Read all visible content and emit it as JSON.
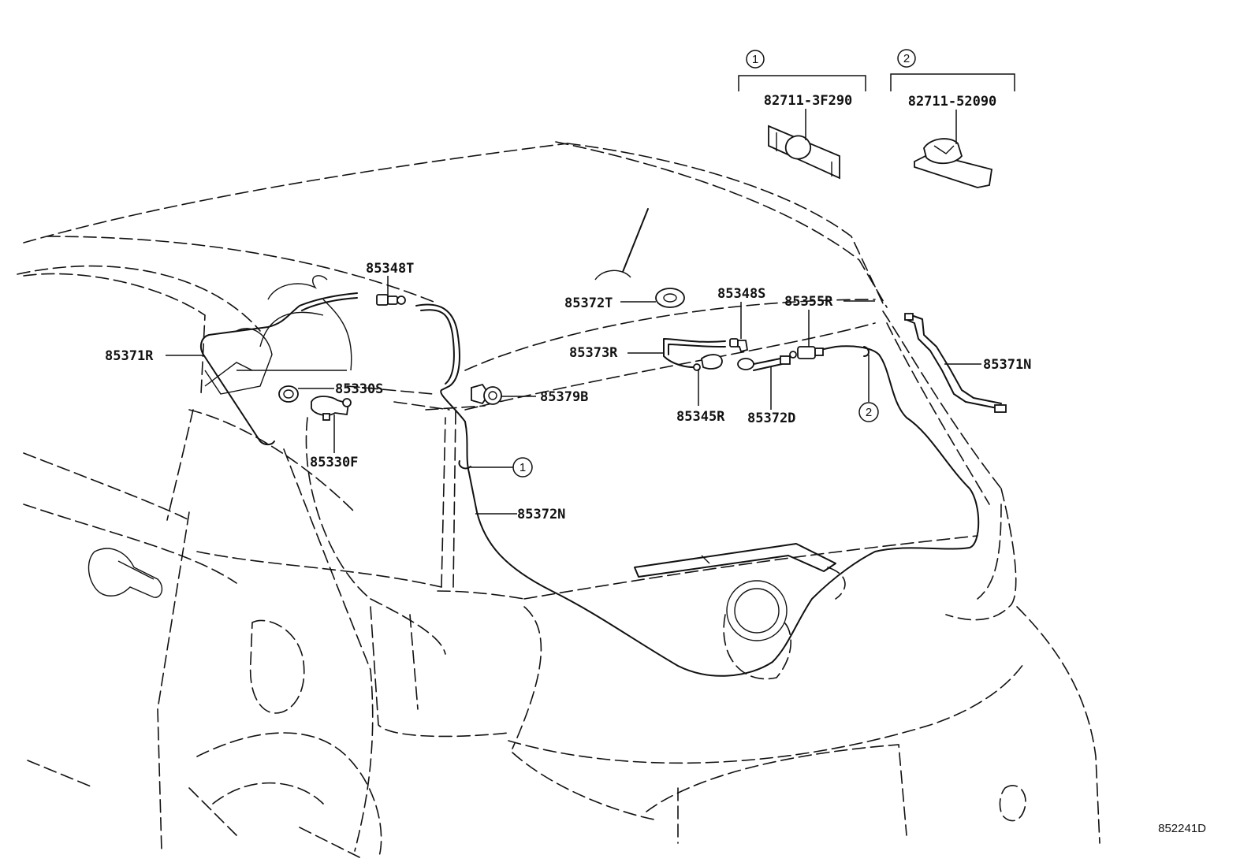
{
  "diagram_code": "852241D",
  "callouts": {
    "c1": "1",
    "c2": "2"
  },
  "variants": [
    {
      "ref": "1",
      "part_number": "82711-3F290"
    },
    {
      "ref": "2",
      "part_number": "82711-52090"
    }
  ],
  "parts": {
    "p85348T": "85348T",
    "p85372T": "85372T",
    "p85348S": "85348S",
    "p85355R": "85355R",
    "p85371R": "85371R",
    "p85373R": "85373R",
    "p85371N": "85371N",
    "p85330S": "85330S",
    "p85379B": "85379B",
    "p85345R": "85345R",
    "p85372D": "85372D",
    "p85330F": "85330F",
    "p85372N": "85372N"
  },
  "colors": {
    "ink": "#111111",
    "paper": "#ffffff"
  }
}
